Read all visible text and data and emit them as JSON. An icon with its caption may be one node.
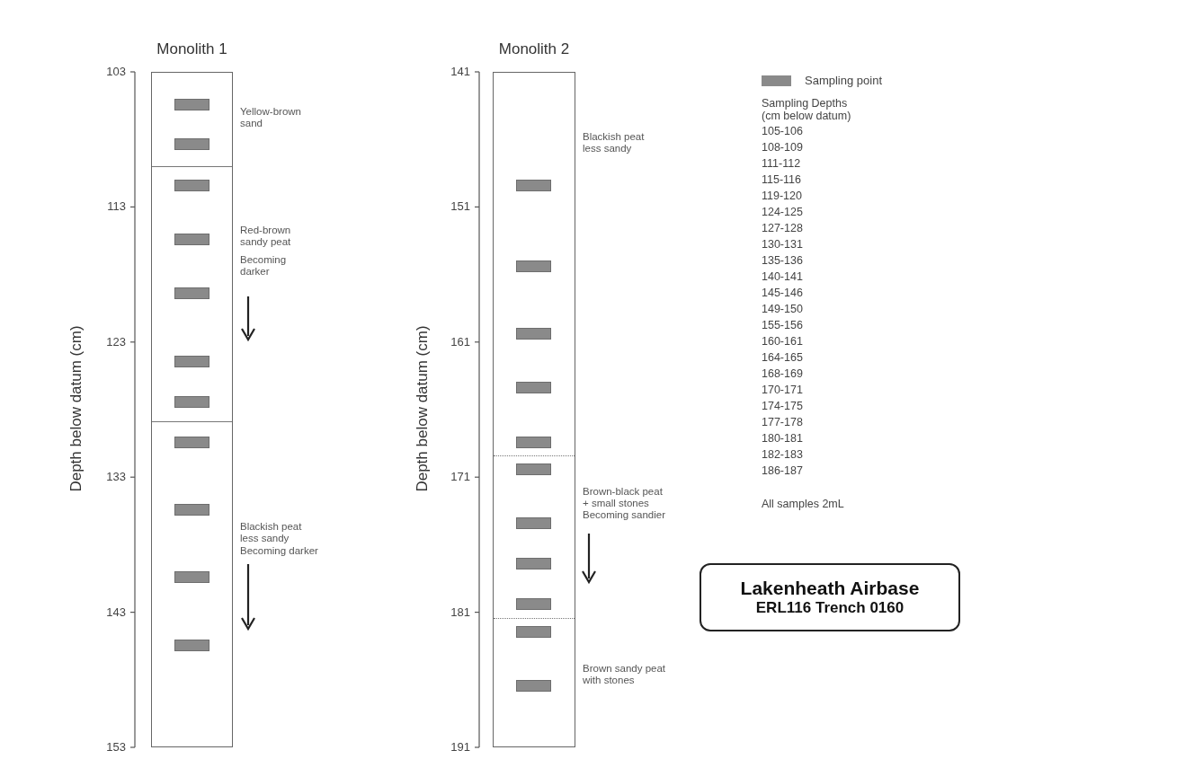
{
  "diagram": {
    "nodes": [
      {
        "text": [
          "Monolith 1"
        ]
      },
      {
        "text": [
          "Monolith 2"
        ]
      },
      {
        "text": [
          "Lakenheath Airbase",
          "ERL116 Trench 0160"
        ]
      }
    ],
    "labels": [
      "103",
      "113",
      "123",
      "133",
      "143",
      "153",
      "Depth below datum (cm)",
      "Yellow-brown sand",
      "Red-brown sandy peat",
      "Becoming darker",
      "Blackish peat less sandy",
      "Becoming darker",
      "141",
      "151",
      "161",
      "171",
      "181",
      "191",
      "Depth below datum (cm)",
      "Blackish peat less sandy",
      "Brown-black peat + small stones",
      "Becoming sandier",
      "Brown sandy peat with stones",
      "Sampling Depths (cm below datum)",
      "105-106",
      "108-109",
      "111-112",
      "115-116",
      "119-120",
      "124-125",
      "127-128",
      "130-131",
      "135-136",
      "140-141",
      "145-146",
      "149-150",
      "155-156",
      "160-161",
      "164-165",
      "168-169",
      "170-171",
      "174-175",
      "177-178",
      "180-181",
      "182-183",
      "186-187",
      "All samples 2mL"
    ],
    "legend": [
      {
        "text": "Sampling point",
        "color": "#8a8a8a"
      }
    ]
  }
}
